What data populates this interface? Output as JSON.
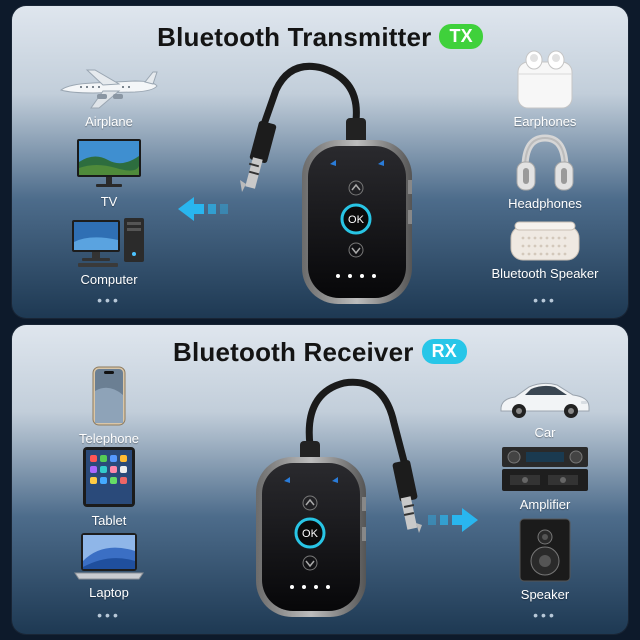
{
  "transmitter": {
    "title": "Bluetooth Transmitter",
    "badge": "TX",
    "left_devices": [
      "Airplane",
      "TV",
      "Computer"
    ],
    "right_devices": [
      "Earphones",
      "Headphones",
      "Bluetooth Speaker"
    ],
    "more_left": "•••",
    "more_right": "•••",
    "button_label": "OK",
    "accent_color": "#3fd13b"
  },
  "receiver": {
    "title": "Bluetooth Receiver",
    "badge": "RX",
    "left_devices": [
      "Telephone",
      "Tablet",
      "Laptop"
    ],
    "right_devices": [
      "Car",
      "Amplifier",
      "Speaker"
    ],
    "more_left": "•••",
    "more_right": "•••",
    "button_label": "OK",
    "accent_color": "#27c6e8"
  },
  "arrow_color": "#29b6ef"
}
